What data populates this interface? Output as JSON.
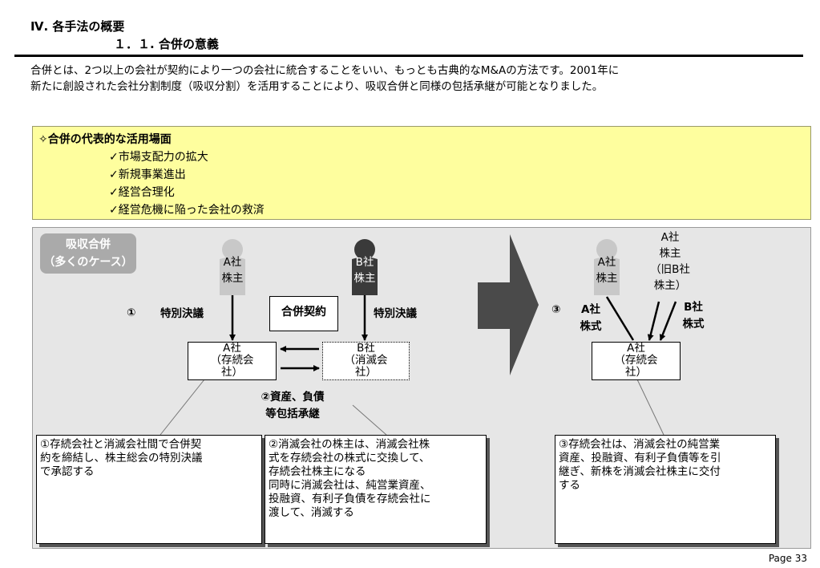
{
  "header": {
    "section": "Ⅳ. 各手法の概要",
    "subsection": "１．１. 合併の意義"
  },
  "intro": {
    "line1": "合併とは、2つ以上の会社が契約により一つの会社に統合することをいい、もっとも古典的なM&Aの方法です。2001年に",
    "line2": "新たに創設された会社分割制度（吸収分割）を活用することにより、吸収合併と同様の包括承継が可能となりました。"
  },
  "scenes": {
    "title": "✧合併の代表的な活用場面",
    "items": [
      "✓市場支配力の拡大",
      "✓新規事業進出",
      "✓経営合理化",
      "✓経営危機に陥った会社の救済"
    ]
  },
  "diagram": {
    "badge_line1": "吸収合併",
    "badge_line2": "（多くのケース）",
    "left": {
      "a_holder": [
        "A社",
        "株主"
      ],
      "b_holder": [
        "B社",
        "株主"
      ],
      "step1_number": "①",
      "special_resolution_left": "特別決議",
      "special_resolution_right": "特別決議",
      "contract": "合併契約",
      "company_a": [
        "A社",
        "（存続会",
        "社）"
      ],
      "company_b": [
        "B社",
        "（消滅会",
        "社）"
      ],
      "step2_line1": "②資産、負債",
      "step2_line2": "等包括承継"
    },
    "right": {
      "step3_number": "③",
      "a_holder": [
        "A社",
        "株主"
      ],
      "new_holder": [
        "A社",
        "株主",
        "（旧B社",
        "株主）"
      ],
      "a_shares": [
        "A社",
        "株式"
      ],
      "b_shares": [
        "B社",
        "株式"
      ],
      "company": [
        "A社",
        "（存続会",
        "社）"
      ]
    },
    "notes": {
      "note1": [
        "①存続会社と消滅会社間で合併契",
        "約を締結し、株主総会の特別決議",
        "で承認する"
      ],
      "note2": [
        "②消滅会社の株主は、消滅会社株",
        "式を存続会社の株式に交換して、",
        "存続会社株主になる",
        "同時に消滅会社は、純営業資産、",
        "投融資、有利子負債を存続会社に",
        "渡して、消滅する"
      ],
      "note3": [
        "③存続会社は、消滅会社の純営業",
        "資産、投融資、有利子負債等を引",
        "継ぎ、新株を消滅会社株主に交付",
        "する"
      ]
    }
  },
  "footer": {
    "page": "Page 33"
  },
  "colors": {
    "yellow_panel": "#fefe9e",
    "gray_panel": "#e6e6e6",
    "light_person": "#c8c8c8",
    "dark_person": "#3a3a3a",
    "arrow_fill": "#4a4a4a"
  }
}
